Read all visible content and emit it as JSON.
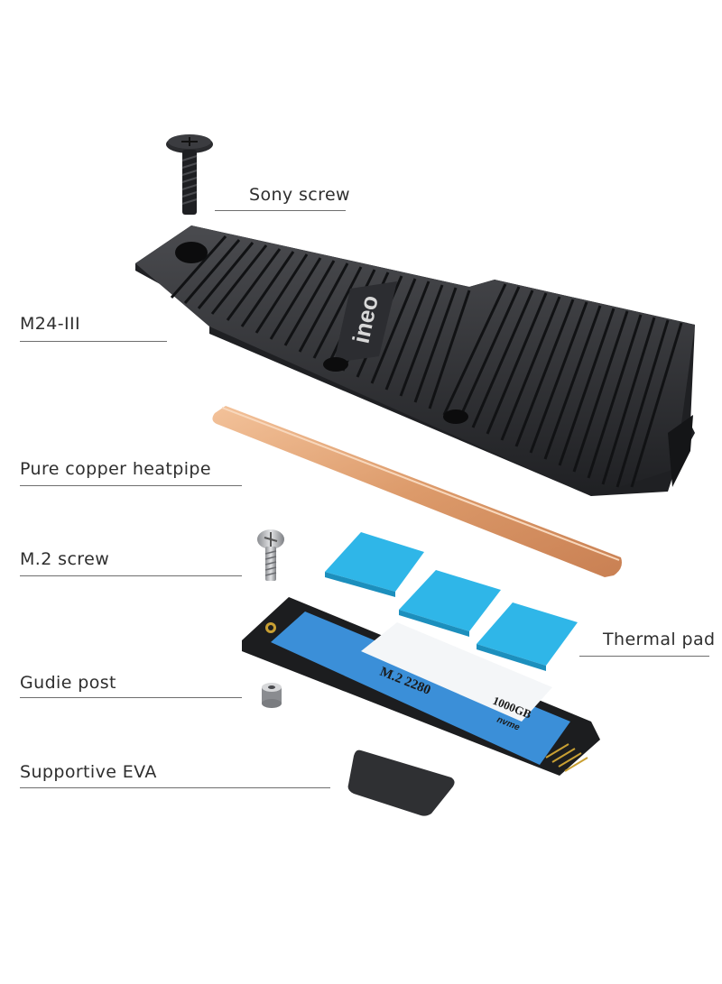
{
  "labels": {
    "sony_screw": "Sony screw",
    "m24": "M24-III",
    "heatpipe": "Pure copper heatpipe",
    "m2_screw": "M.2 screw",
    "thermal_pad": "Thermal pad",
    "guide_post": "Gudie post",
    "eva": "Supportive EVA"
  },
  "heatsink": {
    "brand": "ineo"
  },
  "ssd": {
    "model": "M.2 2280",
    "capacity": "1000GB",
    "interface_logo": "nvme"
  },
  "colors": {
    "heatsink": "#2a2b2e",
    "copper": "#e0a173",
    "thermal_pad": "#2fb6e8",
    "ssd_label": "#3b8fd8",
    "eva": "#2f3033"
  }
}
